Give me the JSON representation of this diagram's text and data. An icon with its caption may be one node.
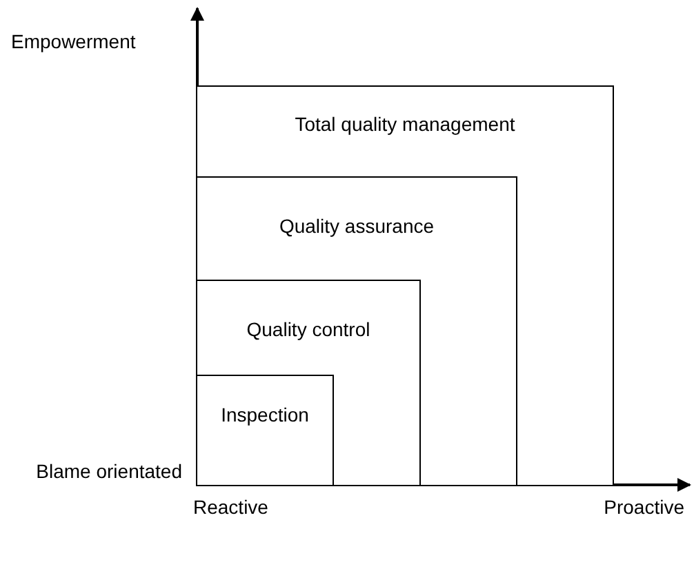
{
  "diagram": {
    "nodes": [
      {
        "text": [
          "Total quality management"
        ]
      },
      {
        "text": [
          "Quality assurance"
        ],
        "in": 0
      },
      {
        "text": [
          "Quality control"
        ],
        "in": 1
      },
      {
        "text": [
          "Inspection"
        ],
        "in": 2
      }
    ],
    "labels": [
      "Empowerment",
      "Blame orientated",
      "Reactive",
      "Proactive"
    ]
  }
}
